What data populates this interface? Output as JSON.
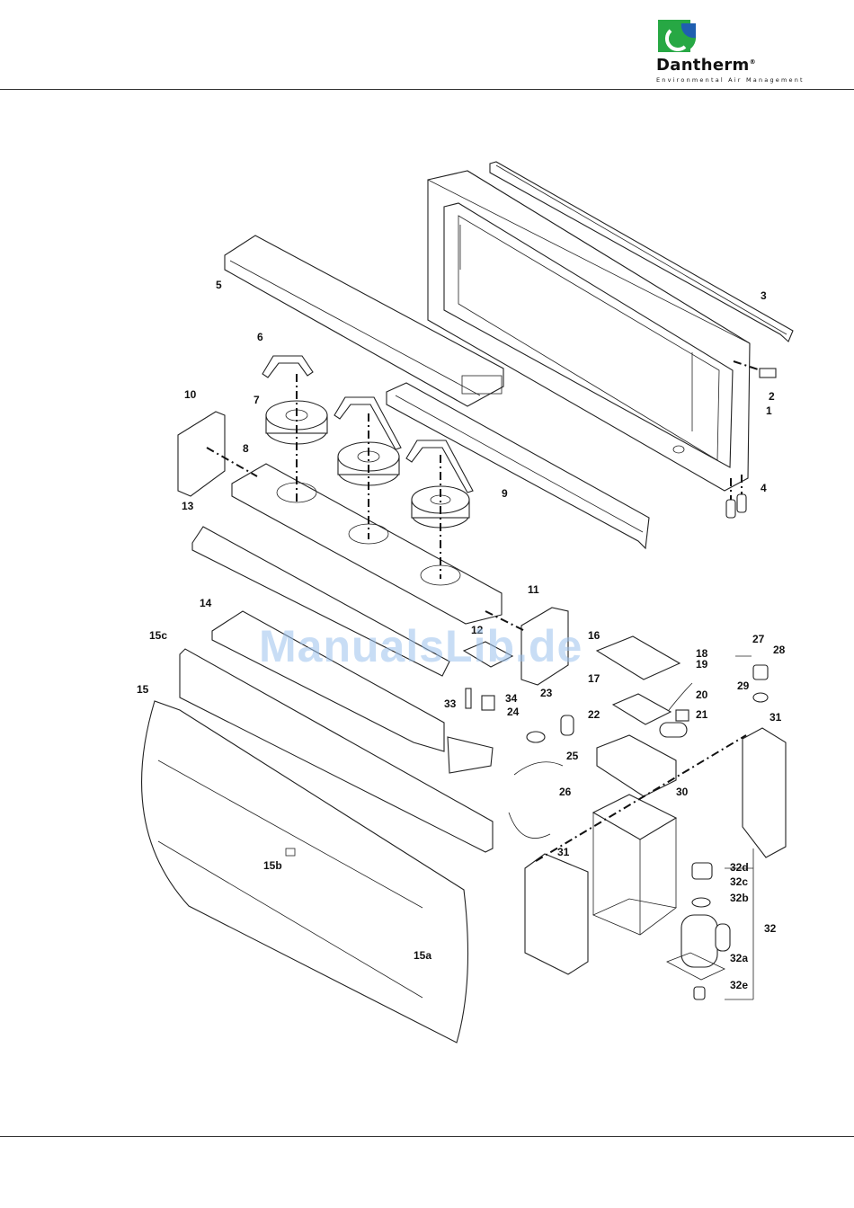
{
  "brand": {
    "name": "Dantherm",
    "reg_mark": "®",
    "tagline": "Environmental Air Management",
    "colors": {
      "logo_green": "#27a844",
      "logo_blue": "#1f5fb0"
    }
  },
  "watermark": "ManualsLib.de",
  "parts": [
    {
      "key": "p1",
      "label": "1"
    },
    {
      "key": "p2",
      "label": "2"
    },
    {
      "key": "p3",
      "label": "3"
    },
    {
      "key": "p4",
      "label": "4"
    },
    {
      "key": "p5",
      "label": "5"
    },
    {
      "key": "p6",
      "label": "6"
    },
    {
      "key": "p7",
      "label": "7"
    },
    {
      "key": "p8",
      "label": "8"
    },
    {
      "key": "p9",
      "label": "9"
    },
    {
      "key": "p10",
      "label": "10"
    },
    {
      "key": "p11",
      "label": "11"
    },
    {
      "key": "p12",
      "label": "12"
    },
    {
      "key": "p13",
      "label": "13"
    },
    {
      "key": "p14",
      "label": "14"
    },
    {
      "key": "p15",
      "label": "15"
    },
    {
      "key": "p15a",
      "label": "15a"
    },
    {
      "key": "p15b",
      "label": "15b"
    },
    {
      "key": "p15c",
      "label": "15c"
    },
    {
      "key": "p16",
      "label": "16"
    },
    {
      "key": "p17",
      "label": "17"
    },
    {
      "key": "p18",
      "label": "18"
    },
    {
      "key": "p19",
      "label": "19"
    },
    {
      "key": "p20",
      "label": "20"
    },
    {
      "key": "p21",
      "label": "21"
    },
    {
      "key": "p22",
      "label": "22"
    },
    {
      "key": "p23",
      "label": "23"
    },
    {
      "key": "p24",
      "label": "24"
    },
    {
      "key": "p25",
      "label": "25"
    },
    {
      "key": "p26",
      "label": "26"
    },
    {
      "key": "p27",
      "label": "27"
    },
    {
      "key": "p28",
      "label": "28"
    },
    {
      "key": "p29",
      "label": "29"
    },
    {
      "key": "p30",
      "label": "30"
    },
    {
      "key": "p31a",
      "label": "31"
    },
    {
      "key": "p31b",
      "label": "31"
    },
    {
      "key": "p32",
      "label": "32"
    },
    {
      "key": "p32a",
      "label": "32a"
    },
    {
      "key": "p32b",
      "label": "32b"
    },
    {
      "key": "p32c",
      "label": "32c"
    },
    {
      "key": "p32d",
      "label": "32d"
    },
    {
      "key": "p32e",
      "label": "32e"
    },
    {
      "key": "p33",
      "label": "33"
    },
    {
      "key": "p34",
      "label": "34"
    }
  ]
}
